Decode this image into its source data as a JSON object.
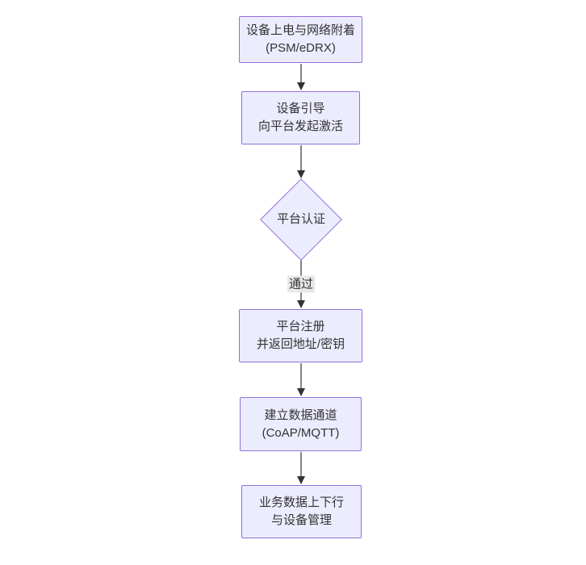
{
  "app": {
    "type": "flowchart",
    "description": "NB-IoT device-to-platform connection flow"
  },
  "theme": {
    "node_fill": "#ECECFF",
    "node_border": "#9370DB",
    "text_color": "#333333",
    "line_color": "#333333",
    "edge_label_bg": "#e8e8e8",
    "canvas_bg": "#ffffff"
  },
  "flowchart": {
    "nodes": [
      {
        "id": "power-attach",
        "shape": "rect",
        "lines": [
          "设备上电与网络附着",
          "(PSM/eDRX)"
        ]
      },
      {
        "id": "bootstrap",
        "shape": "rect",
        "lines": [
          "设备引导",
          "向平台发起激活"
        ]
      },
      {
        "id": "platform-auth",
        "shape": "diamond",
        "lines": [
          "平台认证"
        ]
      },
      {
        "id": "register",
        "shape": "rect",
        "lines": [
          "平台注册",
          "并返回地址/密钥"
        ]
      },
      {
        "id": "data-channel",
        "shape": "rect",
        "lines": [
          "建立数据通道",
          "(CoAP/MQTT)"
        ]
      },
      {
        "id": "business",
        "shape": "rect",
        "lines": [
          "业务数据上下行",
          "与设备管理"
        ]
      }
    ],
    "edges": [
      {
        "from": "power-attach",
        "to": "bootstrap",
        "label": ""
      },
      {
        "from": "bootstrap",
        "to": "platform-auth",
        "label": ""
      },
      {
        "from": "platform-auth",
        "to": "register",
        "label": "通过"
      },
      {
        "from": "register",
        "to": "data-channel",
        "label": ""
      },
      {
        "from": "data-channel",
        "to": "business",
        "label": ""
      }
    ]
  }
}
